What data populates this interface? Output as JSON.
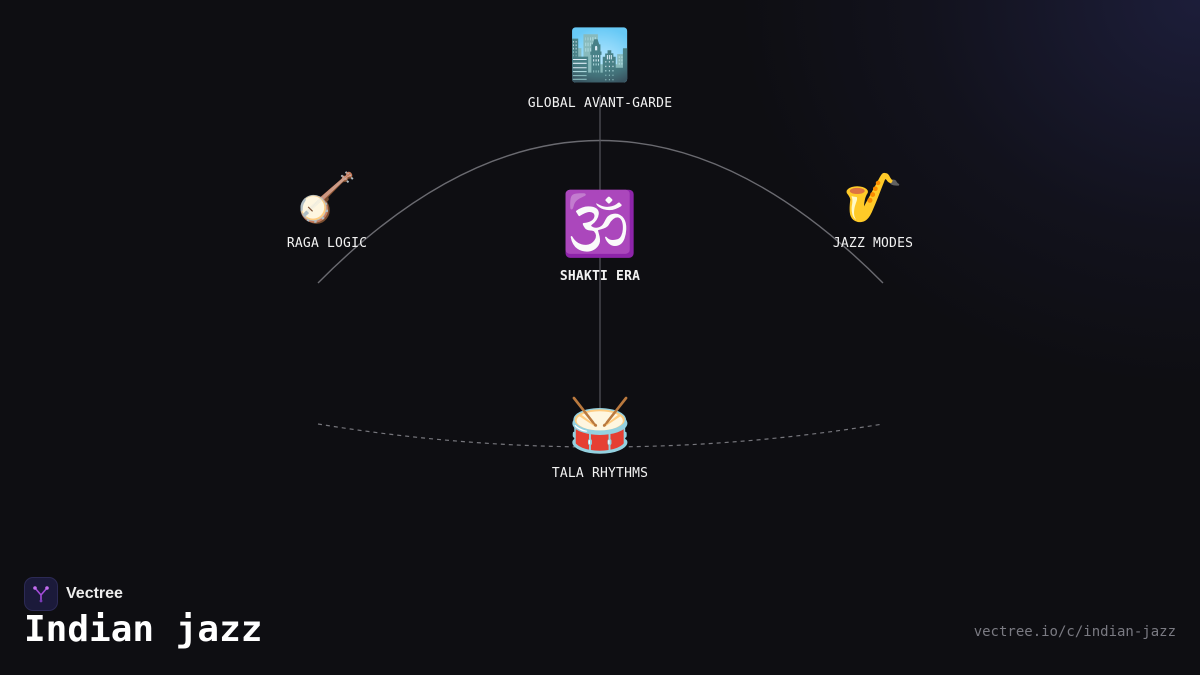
{
  "nodes": {
    "top": {
      "emoji": "🏙️",
      "label": "GLOBAL AVANT-GARDE"
    },
    "left": {
      "emoji": "🪕",
      "label": "RAGA LOGIC"
    },
    "center": {
      "emoji": "🕉️",
      "label": "SHAKTI ERA"
    },
    "right": {
      "emoji": "🎷",
      "label": "JAZZ MODES"
    },
    "bottom": {
      "emoji": "🥁",
      "label": "TALA RHYTHMS"
    }
  },
  "brand": {
    "name": "Vectree"
  },
  "page": {
    "title": "Indian jazz",
    "url": "vectree.io/c/indian-jazz"
  },
  "colors": {
    "background": "#0e0e12",
    "arc": "#6a6a70",
    "logo_accent": "#a24bd8"
  }
}
